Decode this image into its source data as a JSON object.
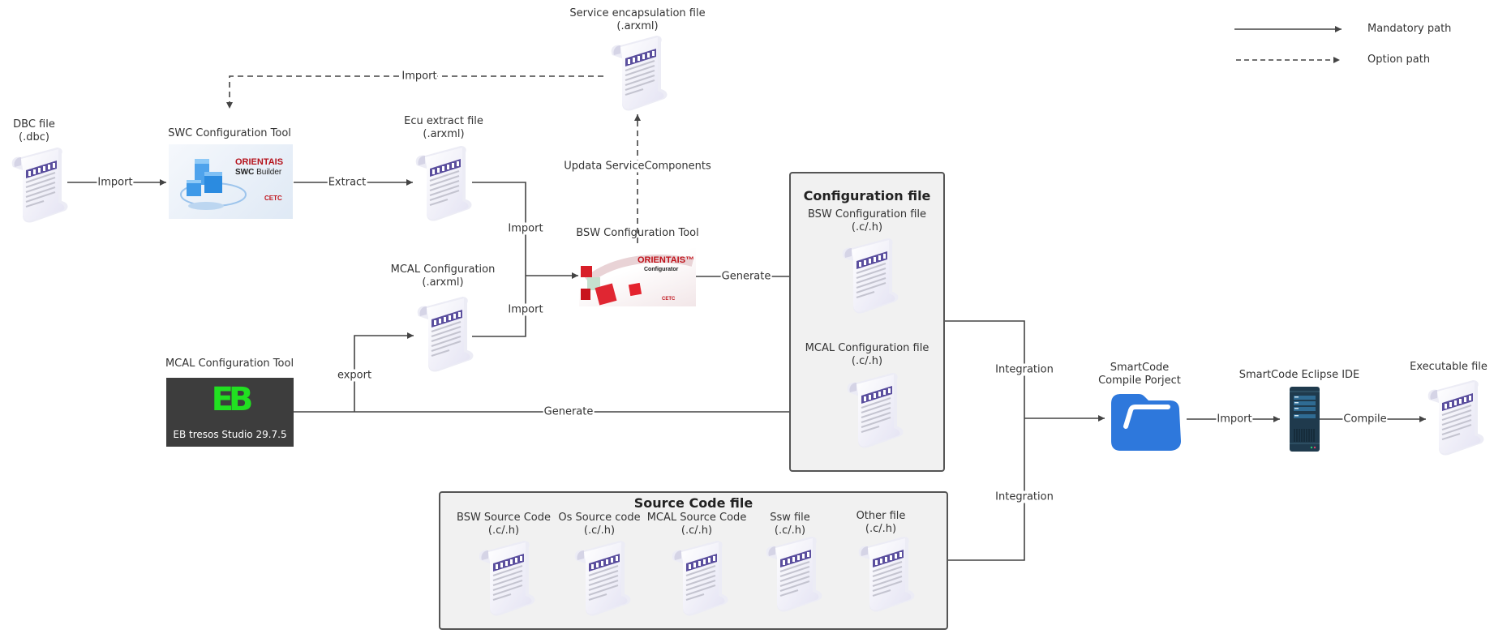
{
  "legend": {
    "mandatory": "Mandatory path",
    "option": "Option path"
  },
  "nodes": {
    "dbc": {
      "title": "DBC file",
      "ext": "(.dbc)"
    },
    "swc_tool": {
      "title": "SWC Configuration Tool",
      "brand": "ORIENTAIS",
      "product_bold": "SWC",
      "product": "Builder",
      "vendor": "CETC"
    },
    "ecu_extract": {
      "title": "Ecu extract file",
      "ext": "(.arxml)"
    },
    "service_encap": {
      "title": "Service encapsulation file",
      "ext": "(.arxml)"
    },
    "bsw_tool": {
      "title": "BSW Configuration Tool",
      "brand": "ORIENTAIS™",
      "product": "Configurator",
      "vendor": "CETC"
    },
    "mcal_config": {
      "title": "MCAL Configuration",
      "ext": "(.arxml)"
    },
    "mcal_tool": {
      "title": "MCAL Configuration Tool",
      "logo": "EB",
      "product": "EB tresos Studio 29.7.5"
    },
    "smartcode_project": {
      "title1": "SmartCode",
      "title2": "Compile Porject"
    },
    "smartcode_ide": {
      "title": "SmartCode Eclipse IDE"
    },
    "executable": {
      "title": "Executable file"
    }
  },
  "config_group": {
    "title": "Configuration file",
    "items": [
      {
        "title": "BSW Configuration file",
        "ext": "(.c/.h)"
      },
      {
        "title": "MCAL Configuration file",
        "ext": "(.c/.h)"
      }
    ]
  },
  "source_group": {
    "title": "Source Code file",
    "items": [
      {
        "title": "BSW Source Code",
        "ext": "(.c/.h)"
      },
      {
        "title": "Os Source code",
        "ext": "(.c/.h)"
      },
      {
        "title": "MCAL Source Code",
        "ext": "(.c/.h)"
      },
      {
        "title": "Ssw file",
        "ext": "(.c/.h)"
      },
      {
        "title": "Other file",
        "ext": "(.c/.h)"
      }
    ]
  },
  "edges": {
    "dbc_import": "Import",
    "swc_extract": "Extract",
    "service_import": "Import",
    "update_service": "Updata ServiceComponents",
    "ecu_import": "Import",
    "mcal_import": "Import",
    "bsw_generate": "Generate",
    "mcal_export": "export",
    "mcal_generate": "Generate",
    "integration_config": "Integration",
    "integration_source": "Integration",
    "project_import": "Import",
    "ide_compile": "Compile"
  },
  "colors": {
    "line": "#444444",
    "group_fill": "#f1f1f1",
    "doc_stripe": "#5b4f9e",
    "orientais_red": "#c0141c",
    "eb_green": "#21e021",
    "eb_bg": "#3d3d3d",
    "folder_blue": "#2e78dc",
    "server_dark": "#1f3a4d"
  }
}
